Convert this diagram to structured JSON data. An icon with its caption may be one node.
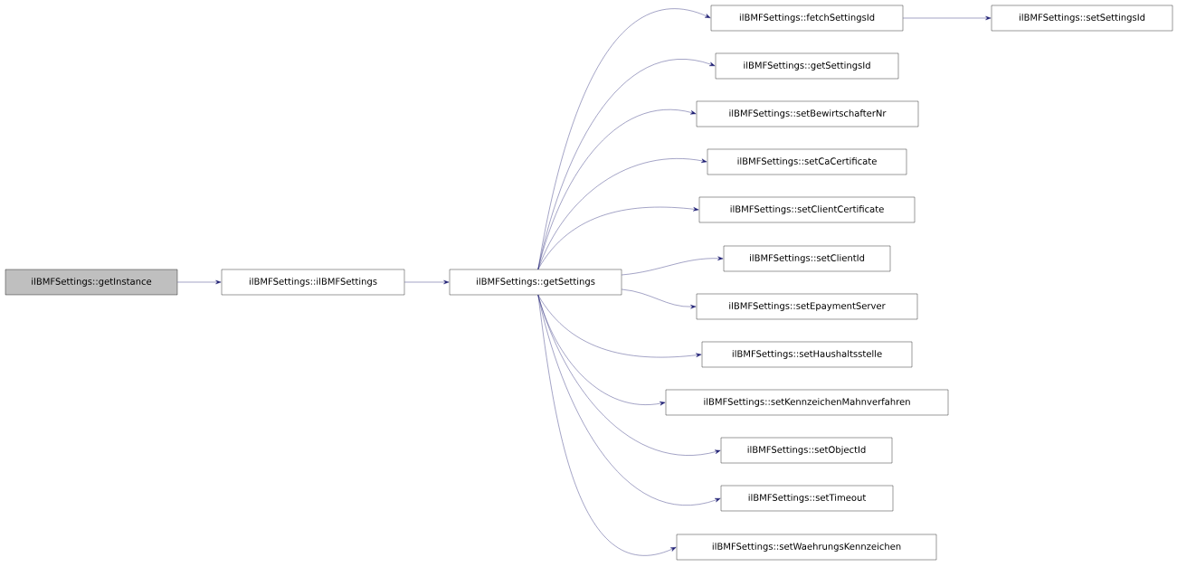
{
  "diagram": {
    "nodes": [
      {
        "text": [
          "ilBMFSettings::getInstance"
        ]
      },
      {
        "text": [
          "ilBMFSettings::ilBMFSettings"
        ]
      },
      {
        "text": [
          "ilBMFSettings::getSettings"
        ]
      },
      {
        "text": [
          "ilBMFSettings::fetchSettingsId"
        ]
      },
      {
        "text": [
          "ilBMFSettings::setSettingsId"
        ]
      },
      {
        "text": [
          "ilBMFSettings::getSettingsId"
        ]
      },
      {
        "text": [
          "ilBMFSettings::setBewirtschafterNr"
        ]
      },
      {
        "text": [
          "ilBMFSettings::setCaCertificate"
        ]
      },
      {
        "text": [
          "ilBMFSettings::setClientCertificate"
        ]
      },
      {
        "text": [
          "ilBMFSettings::setClientId"
        ]
      },
      {
        "text": [
          "ilBMFSettings::setEpaymentServer"
        ]
      },
      {
        "text": [
          "ilBMFSettings::setHaushaltsstelle"
        ]
      },
      {
        "text": [
          "ilBMFSettings::setKennzeichenMahnverfahren"
        ]
      },
      {
        "text": [
          "ilBMFSettings::setObjectId"
        ]
      },
      {
        "text": [
          "ilBMFSettings::setTimeout"
        ]
      },
      {
        "text": [
          "ilBMFSettings::setWaehrungsKennzeichen"
        ]
      }
    ],
    "edges": [
      {
        "from": 0,
        "to": 1,
        "arrow": "to"
      },
      {
        "from": 1,
        "to": 2,
        "arrow": "to"
      },
      {
        "from": 2,
        "to": 3,
        "arrow": "to"
      },
      {
        "from": 3,
        "to": 4,
        "arrow": "to"
      },
      {
        "from": 2,
        "to": 5,
        "arrow": "to"
      },
      {
        "from": 2,
        "to": 6,
        "arrow": "to"
      },
      {
        "from": 2,
        "to": 7,
        "arrow": "to"
      },
      {
        "from": 2,
        "to": 8,
        "arrow": "to"
      },
      {
        "from": 2,
        "to": 9,
        "arrow": "to"
      },
      {
        "from": 2,
        "to": 10,
        "arrow": "to"
      },
      {
        "from": 2,
        "to": 11,
        "arrow": "to"
      },
      {
        "from": 2,
        "to": 12,
        "arrow": "to"
      },
      {
        "from": 2,
        "to": 13,
        "arrow": "to"
      },
      {
        "from": 2,
        "to": 14,
        "arrow": "to"
      },
      {
        "from": 2,
        "to": 15,
        "arrow": "to"
      }
    ]
  }
}
